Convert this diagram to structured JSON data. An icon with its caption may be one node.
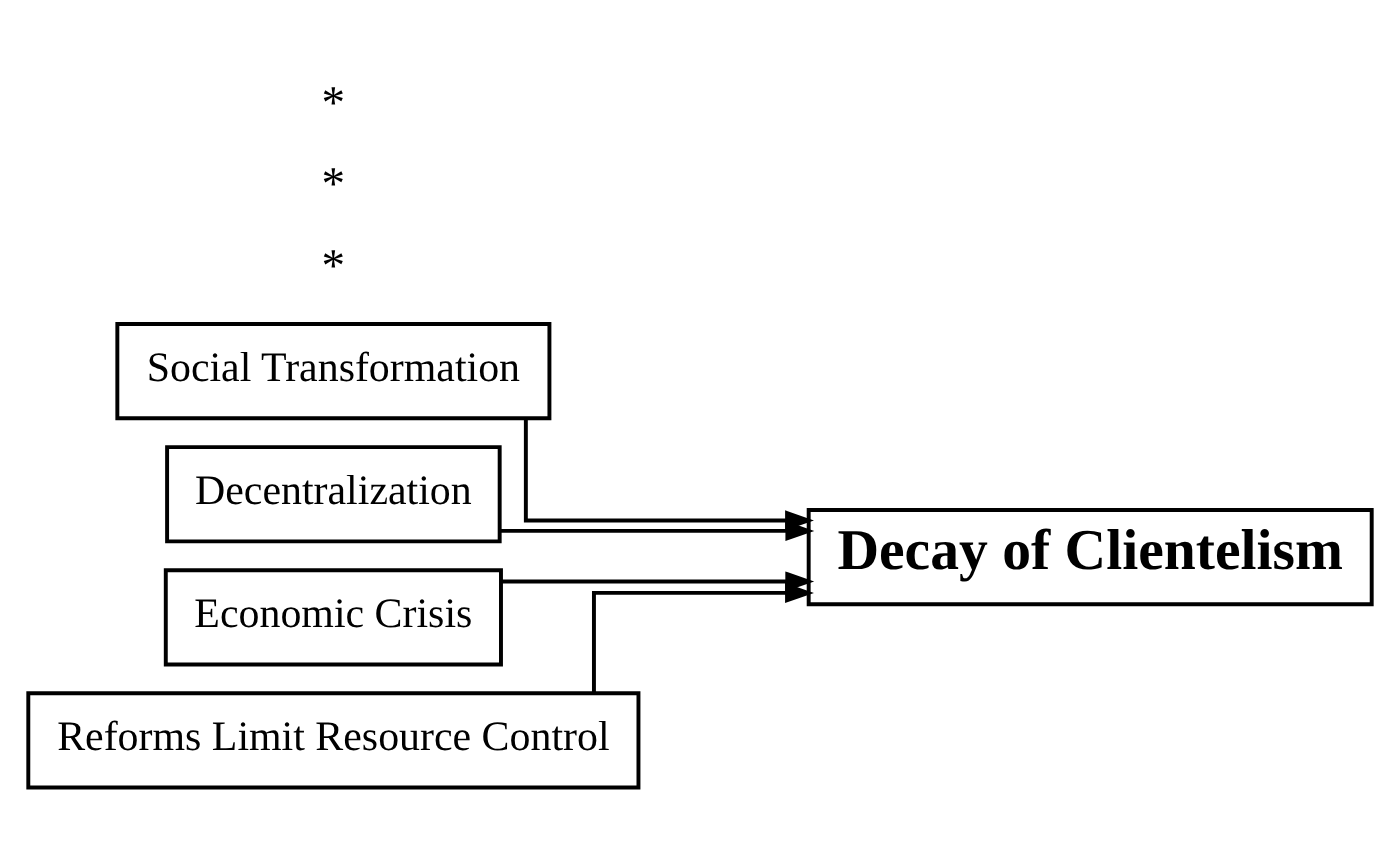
{
  "diagram": {
    "nodes": [
      {
        "text": [
          "Social Transformation"
        ]
      },
      {
        "text": [
          "Decentralization"
        ]
      },
      {
        "text": [
          "Economic Crisis"
        ]
      },
      {
        "text": [
          "Reforms Limit Resource Control"
        ]
      },
      {
        "text": [
          "Decay of Clientelism"
        ]
      }
    ],
    "edges": [
      {
        "from": 0,
        "to": 4,
        "arrow": "to"
      },
      {
        "from": 1,
        "to": 4,
        "arrow": "to"
      },
      {
        "from": 2,
        "to": 4,
        "arrow": "to"
      },
      {
        "from": 3,
        "to": 4,
        "arrow": "to"
      }
    ],
    "labels": [
      "*",
      "*",
      "*"
    ]
  }
}
